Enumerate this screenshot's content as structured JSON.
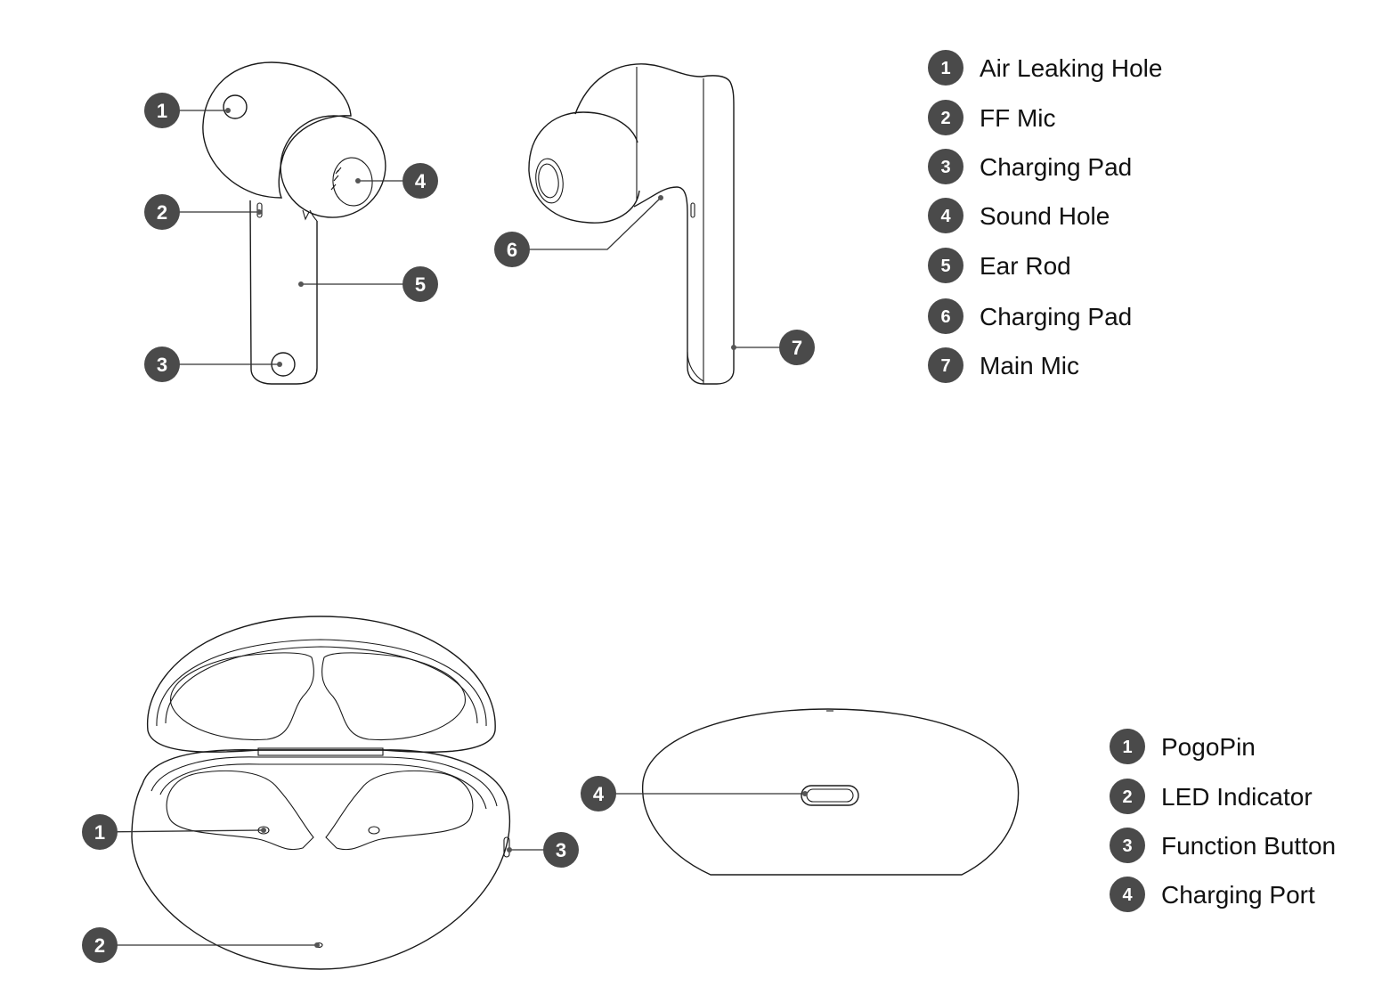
{
  "earbud_legend": [
    {
      "num": "1",
      "label": "Air Leaking Hole"
    },
    {
      "num": "2",
      "label": "FF Mic"
    },
    {
      "num": "3",
      "label": "Charging Pad"
    },
    {
      "num": "4",
      "label": "Sound Hole"
    },
    {
      "num": "5",
      "label": "Ear Rod"
    },
    {
      "num": "6",
      "label": "Charging Pad"
    },
    {
      "num": "7",
      "label": "Main Mic"
    }
  ],
  "case_legend": [
    {
      "num": "1",
      "label": "PogoPin"
    },
    {
      "num": "2",
      "label": "LED Indicator"
    },
    {
      "num": "3",
      "label": "Function Button"
    },
    {
      "num": "4",
      "label": "Charging Port"
    }
  ],
  "callouts": {
    "earbud_front": [
      "1",
      "2",
      "3",
      "4",
      "5"
    ],
    "earbud_side": [
      "6",
      "7"
    ],
    "case_open": [
      "1",
      "2",
      "3"
    ],
    "case_back": [
      "4"
    ]
  },
  "colors": {
    "badge": "#4a4a4a",
    "outline": "#1a1a1a"
  }
}
